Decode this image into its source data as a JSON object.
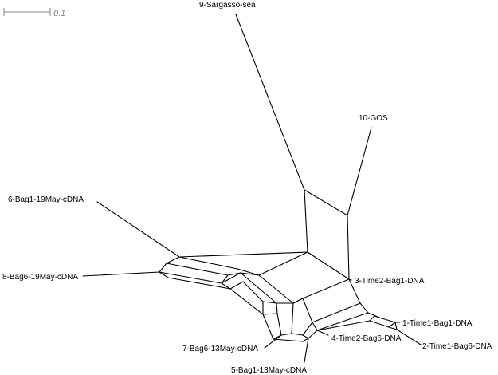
{
  "scale_bar": {
    "value": "0.1"
  },
  "taxa": [
    {
      "id": "t9",
      "label": "9-Sargasso-sea"
    },
    {
      "id": "t10",
      "label": "10-GOS"
    },
    {
      "id": "t6",
      "label": "6-Bag1-19May-cDNA"
    },
    {
      "id": "t8",
      "label": "8-Bag6-19May-cDNA"
    },
    {
      "id": "t3",
      "label": "3-Time2-Bag1-DNA"
    },
    {
      "id": "t1",
      "label": "1-Time1-Bag1-DNA"
    },
    {
      "id": "t4",
      "label": "4-Time2-Bag6-DNA"
    },
    {
      "id": "t2",
      "label": "2-Time1-Bag6-DNA"
    },
    {
      "id": "t7",
      "label": "7-Bag6-13May-cDNA"
    },
    {
      "id": "t5",
      "label": "5-Bag1-13May-cDNA"
    }
  ]
}
